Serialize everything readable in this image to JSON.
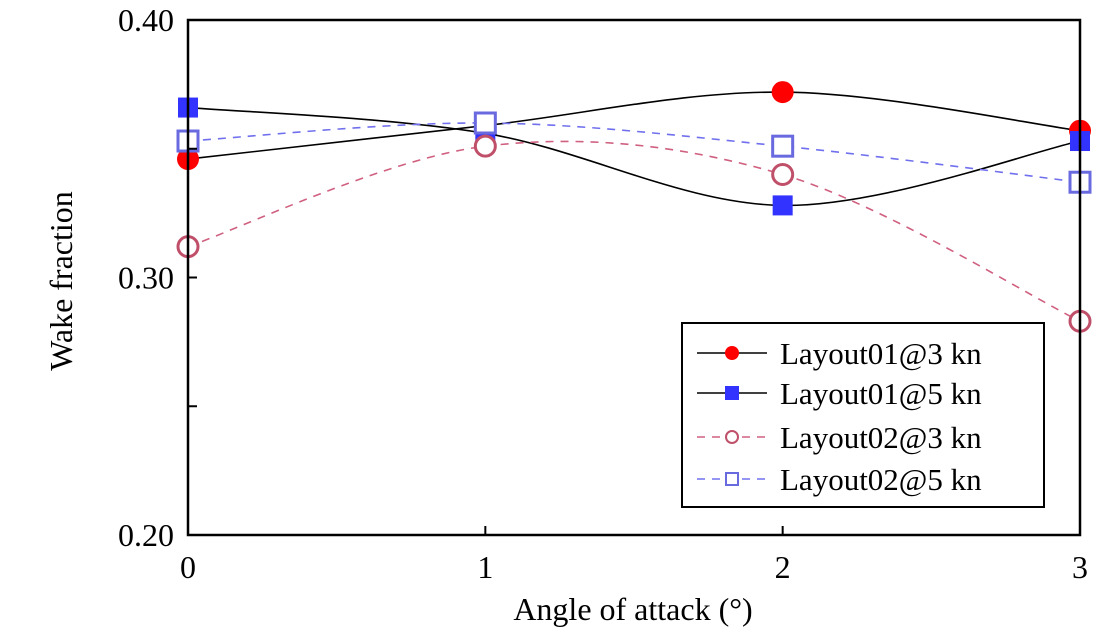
{
  "chart_data": {
    "type": "line",
    "xlabel": "Angle of attack (°)",
    "ylabel": "Wake fraction",
    "xlim": [
      0,
      3
    ],
    "ylim": [
      0.2,
      0.4
    ],
    "x_ticks": [
      0,
      1,
      2,
      3
    ],
    "x_tick_labels": [
      "0",
      "1",
      "2",
      "3"
    ],
    "y_ticks": [
      0.2,
      0.3,
      0.4
    ],
    "y_tick_labels": [
      "0.20",
      "0.30",
      "0.40"
    ],
    "y_minor_ticks": [
      0.25,
      0.35
    ],
    "grid": false,
    "legend_position": "bottom-right",
    "x": [
      0,
      1,
      2,
      3
    ],
    "series": [
      {
        "name": "Layout01@3 kn",
        "values": [
          0.346,
          0.359,
          0.372,
          0.357
        ],
        "color": "#ff0000",
        "marker": "filled-circle",
        "line_style": "solid",
        "line_color": "#000000"
      },
      {
        "name": "Layout01@5 kn",
        "values": [
          0.366,
          0.356,
          0.328,
          0.353
        ],
        "color": "#3333ff",
        "marker": "filled-square",
        "line_style": "solid",
        "line_color": "#000000"
      },
      {
        "name": "Layout02@3 kn",
        "values": [
          0.312,
          0.351,
          0.34,
          0.283
        ],
        "color": "#c0506a",
        "marker": "open-circle",
        "line_style": "dashed",
        "line_color": "#d06080"
      },
      {
        "name": "Layout02@5 kn",
        "values": [
          0.353,
          0.36,
          0.351,
          0.337
        ],
        "color": "#6a6ae0",
        "marker": "open-square",
        "line_style": "dashed",
        "line_color": "#7070ee"
      }
    ]
  }
}
